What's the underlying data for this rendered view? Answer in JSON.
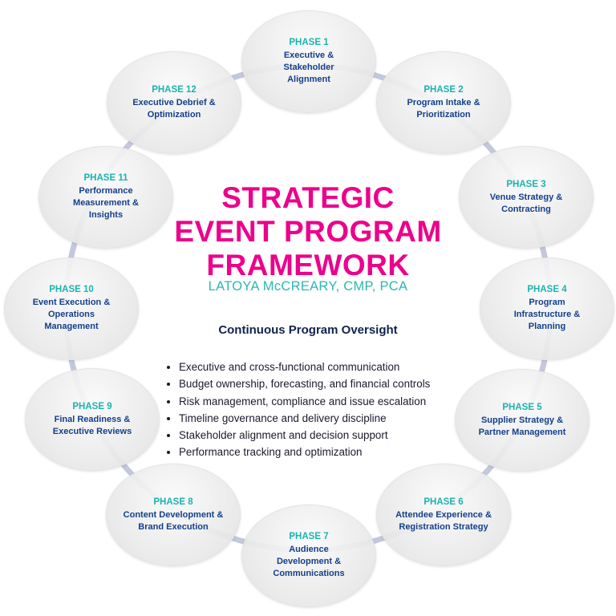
{
  "title_lines": [
    "STRATEGIC",
    "EVENT PROGRAM",
    "FRAMEWORK"
  ],
  "author": "LATOYA McCREARY, CMP, PCA",
  "oversight_heading": "Continuous Program Oversight",
  "oversight_items": [
    "Executive and cross-functional communication",
    "Budget ownership, forecasting, and financial controls",
    "Risk management, compliance and issue escalation",
    "Timeline governance and delivery discipline",
    "Stakeholder alignment and decision support",
    "Performance tracking and optimization"
  ],
  "phases": [
    {
      "label": "PHASE 1",
      "name": "Executive & Stakeholder Alignment"
    },
    {
      "label": "PHASE 2",
      "name": "Program Intake & Prioritization"
    },
    {
      "label": "PHASE 3",
      "name": "Venue Strategy & Contracting"
    },
    {
      "label": "PHASE 4",
      "name": "Program Infrastructure & Planning"
    },
    {
      "label": "PHASE 5",
      "name": "Supplier Strategy & Partner Management"
    },
    {
      "label": "PHASE 6",
      "name": "Attendee Experience & Registration Strategy"
    },
    {
      "label": "PHASE 7",
      "name": "Audience Development & Communications"
    },
    {
      "label": "PHASE 8",
      "name": "Content Development & Brand Execution"
    },
    {
      "label": "PHASE 9",
      "name": "Final Readiness & Executive Reviews"
    },
    {
      "label": "PHASE 10",
      "name": "Event Execution & Operations Management"
    },
    {
      "label": "PHASE 11",
      "name": "Performance Measurement & Insights"
    },
    {
      "label": "PHASE 12",
      "name": "Executive Debrief & Optimization"
    }
  ],
  "colors": {
    "title": "#ec008c",
    "author": "#2bb8b0",
    "phase_label": "#1bb3ae",
    "phase_name": "#133f8a",
    "ring": "#c4c8dc"
  }
}
